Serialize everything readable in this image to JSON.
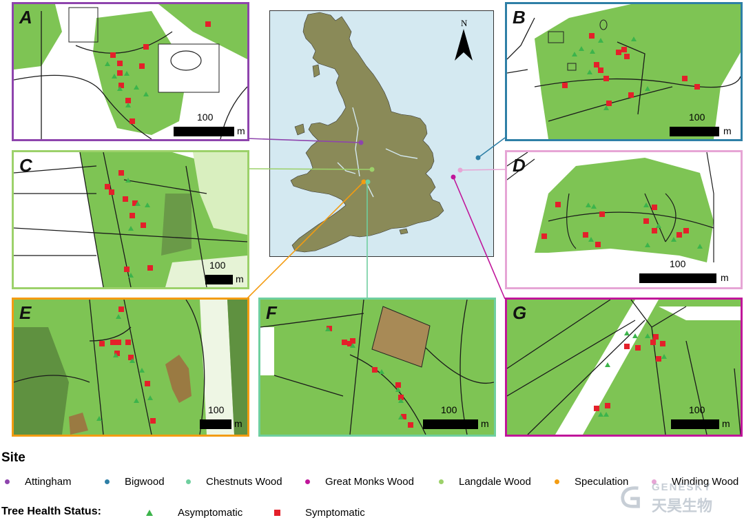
{
  "panels": [
    {
      "letter": "A",
      "scale_value": "100",
      "scale_unit": "m",
      "border_color": "#8e44ad"
    },
    {
      "letter": "B",
      "scale_value": "100",
      "scale_unit": "m",
      "border_color": "#2e7fa6"
    },
    {
      "letter": "C",
      "scale_value": "100",
      "scale_unit": "m",
      "border_color": "#9cd16a"
    },
    {
      "letter": "D",
      "scale_value": "100",
      "scale_unit": "m",
      "border_color": "#e6a5d5"
    },
    {
      "letter": "E",
      "scale_value": "100",
      "scale_unit": "m",
      "border_color": "#f39c12"
    },
    {
      "letter": "F",
      "scale_value": "100",
      "scale_unit": "m",
      "border_color": "#6fcf9f"
    },
    {
      "letter": "G",
      "scale_value": "100",
      "scale_unit": "m",
      "border_color": "#c0159a"
    }
  ],
  "north_label": "N",
  "legend": {
    "site_title": "Site",
    "sites": [
      {
        "name": "Attingham",
        "color": "#8e44ad"
      },
      {
        "name": "Bigwood",
        "color": "#2e7fa6"
      },
      {
        "name": "Chestnuts Wood",
        "color": "#6fcf9f"
      },
      {
        "name": "Great Monks Wood",
        "color": "#c0159a"
      },
      {
        "name": "Langdale Wood",
        "color": "#9cd16a"
      },
      {
        "name": "Speculation",
        "color": "#f39c12"
      },
      {
        "name": "Winding Wood",
        "color": "#e6a5d5"
      }
    ],
    "status_title": "Tree Health Status:",
    "statuses": [
      {
        "name": "Asymptomatic",
        "symbol": "triangle-icon",
        "color": "#3cb44b"
      },
      {
        "name": "Symptomatic",
        "symbol": "square-icon",
        "color": "#e4202a"
      }
    ]
  },
  "watermark": {
    "text_en": "GENESKY",
    "text_cn": "天昊生物"
  },
  "colors": {
    "sea": "#d4e9f1",
    "land": "#8a8a58",
    "woodland": "#7ec454",
    "paths": "#1a1a1a"
  }
}
